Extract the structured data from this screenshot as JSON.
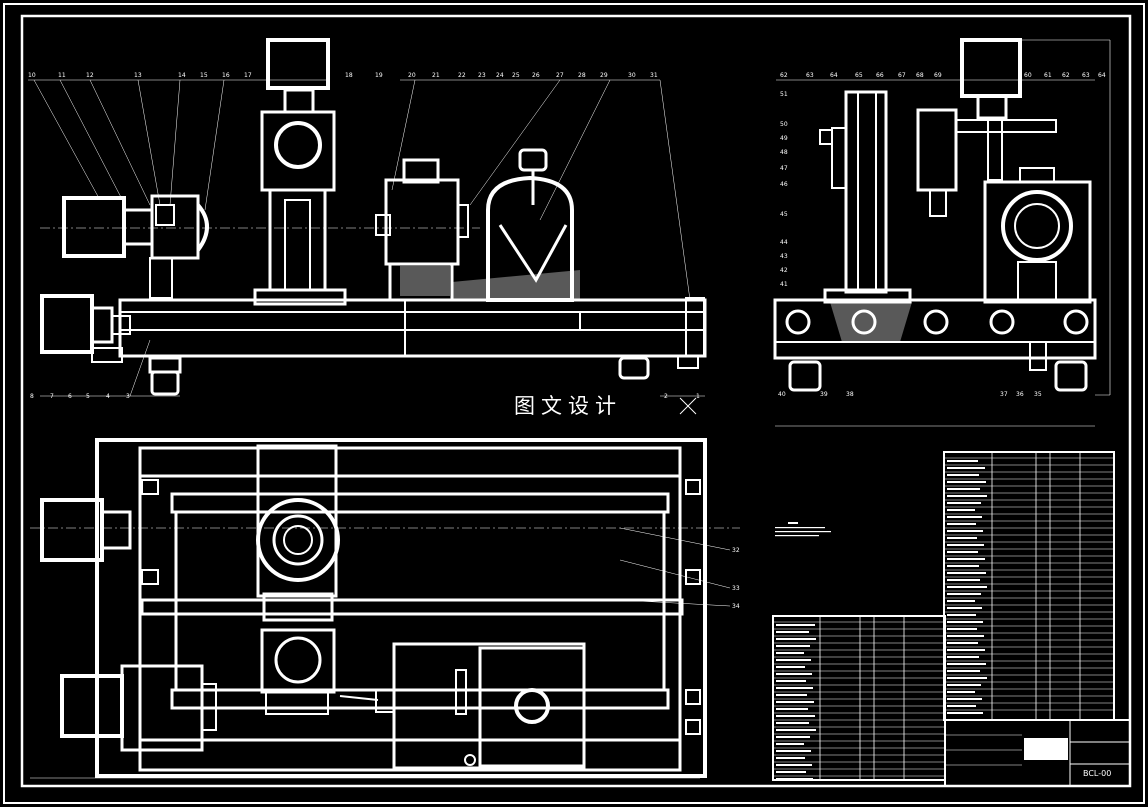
{
  "watermark": "图文设计",
  "title_block": {
    "drawing_code": "BCL-00"
  },
  "balloons": {
    "front": [
      "10",
      "11",
      "12",
      "13",
      "14",
      "15",
      "16",
      "17",
      "18",
      "19",
      "20",
      "21",
      "22",
      "23",
      "24",
      "25",
      "26",
      "27",
      "28",
      "29",
      "30",
      "31"
    ],
    "front_bottom": [
      "8",
      "7",
      "6",
      "5",
      "4",
      "3",
      "2",
      "1"
    ],
    "plan": [
      "32",
      "33",
      "34"
    ],
    "side_top": [
      "62",
      "63",
      "64",
      "65",
      "66",
      "67",
      "68",
      "69",
      "60",
      "61",
      "62",
      "63",
      "64"
    ],
    "side_left": [
      "51",
      "50",
      "49",
      "48",
      "47",
      "46",
      "45",
      "44",
      "43",
      "42",
      "41"
    ],
    "side_bottom": [
      "40",
      "39",
      "38",
      "37",
      "36",
      "35"
    ]
  },
  "colors": {
    "background": "#000000",
    "line": "#ffffff"
  }
}
